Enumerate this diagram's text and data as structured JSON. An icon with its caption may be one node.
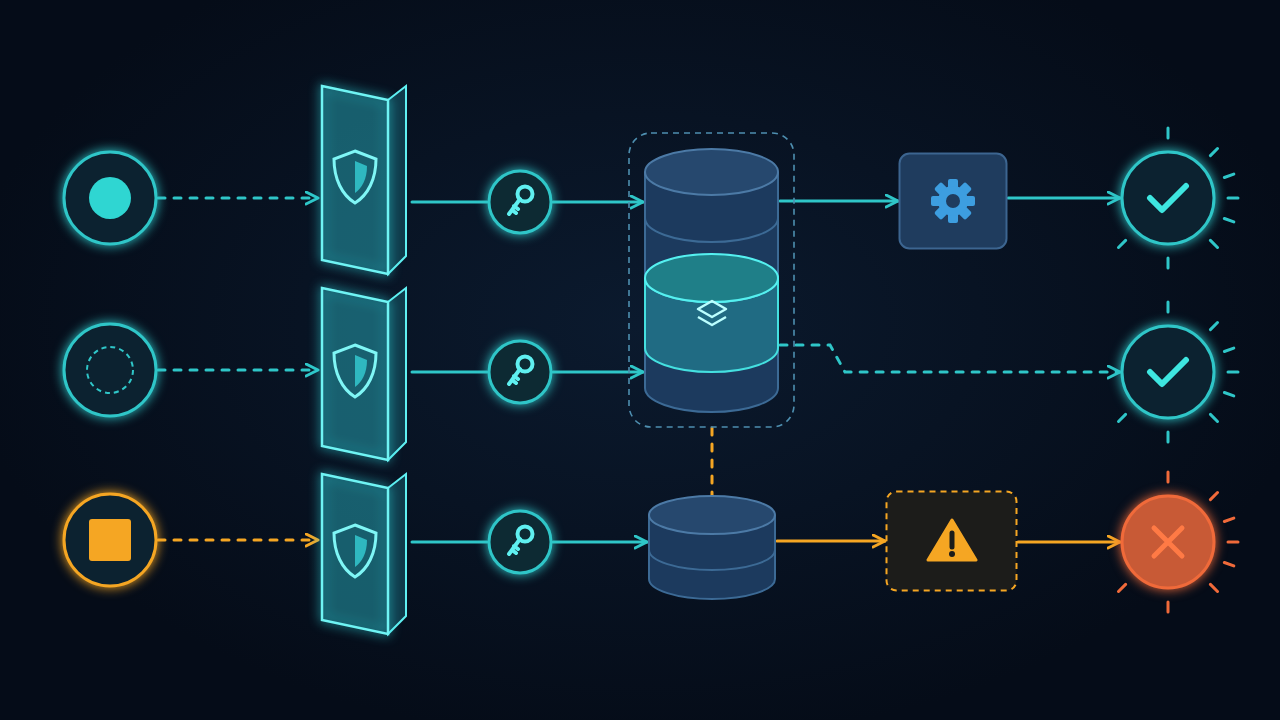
{
  "diagram": {
    "nodes": [
      {
        "text": [],
        "shape": "circle"
      },
      {
        "text": [],
        "shape": "circle"
      },
      {
        "text": [],
        "shape": "circle"
      },
      {
        "text": [],
        "shape": "box"
      },
      {
        "text": [],
        "shape": "box"
      },
      {
        "text": [],
        "shape": "box"
      },
      {
        "text": [],
        "shape": "circle"
      },
      {
        "text": [],
        "shape": "circle"
      },
      {
        "text": [],
        "shape": "circle"
      },
      {
        "text": [],
        "shape": "box"
      },
      {
        "text": [],
        "shape": "cylinder",
        "in": 9
      },
      {
        "text": [],
        "shape": "cylinder"
      },
      {
        "text": [],
        "shape": "box"
      },
      {
        "text": [],
        "shape": "circle"
      },
      {
        "text": [],
        "shape": "circle"
      },
      {
        "text": [],
        "shape": "box"
      },
      {
        "text": [],
        "shape": "circle"
      }
    ],
    "edges": [
      {
        "from": 0,
        "to": 3,
        "arrow": "to",
        "style": "dashed"
      },
      {
        "from": 1,
        "to": 4,
        "arrow": "to",
        "style": "dashed"
      },
      {
        "from": 2,
        "to": 5,
        "arrow": "to",
        "style": "dashed",
        "color": "#f5a623"
      },
      {
        "from": 3,
        "to": 6,
        "arrow": "none"
      },
      {
        "from": 4,
        "to": 7,
        "arrow": "none"
      },
      {
        "from": 5,
        "to": 8,
        "arrow": "none"
      },
      {
        "from": 6,
        "to": 10,
        "arrow": "to"
      },
      {
        "from": 7,
        "to": 10,
        "arrow": "to"
      },
      {
        "from": 8,
        "to": 11,
        "arrow": "to"
      },
      {
        "from": 10,
        "to": 12,
        "arrow": "to"
      },
      {
        "from": 12,
        "to": 13,
        "arrow": "to"
      },
      {
        "from": 10,
        "to": 14,
        "arrow": "to",
        "style": "dashed"
      },
      {
        "from": 9,
        "to": 11,
        "arrow": "none",
        "style": "dashed",
        "color": "#f5a623"
      },
      {
        "from": 11,
        "to": 15,
        "arrow": "to",
        "color": "#f5a623"
      },
      {
        "from": 15,
        "to": 16,
        "arrow": "to",
        "color": "#f5a623"
      }
    ]
  }
}
